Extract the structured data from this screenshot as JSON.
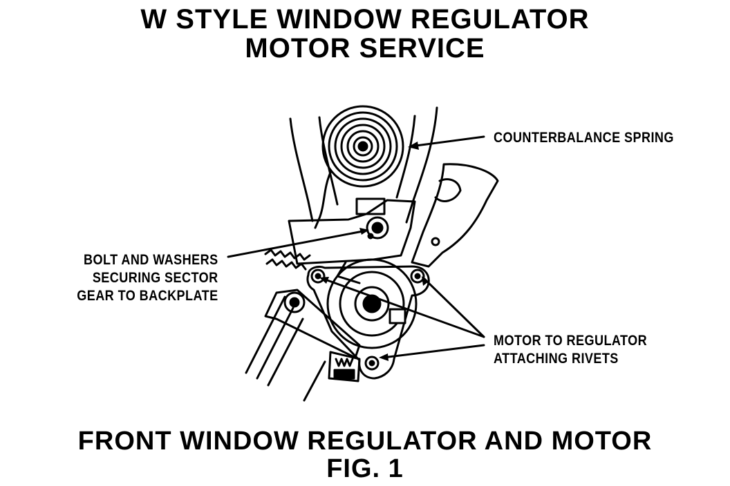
{
  "title": {
    "line1": "W STYLE WINDOW REGULATOR",
    "line2": "MOTOR SERVICE"
  },
  "callouts": {
    "counterbalance_spring": "COUNTERBALANCE SPRING",
    "bolt_and_washers": [
      "BOLT AND WASHERS",
      "SECURING SECTOR",
      "GEAR TO BACKPLATE"
    ],
    "motor_rivets": [
      "MOTOR TO REGULATOR",
      "ATTACHING RIVETS"
    ]
  },
  "caption": {
    "line1": "FRONT WINDOW REGULATOR AND MOTOR",
    "line2": "FIG. 1"
  }
}
